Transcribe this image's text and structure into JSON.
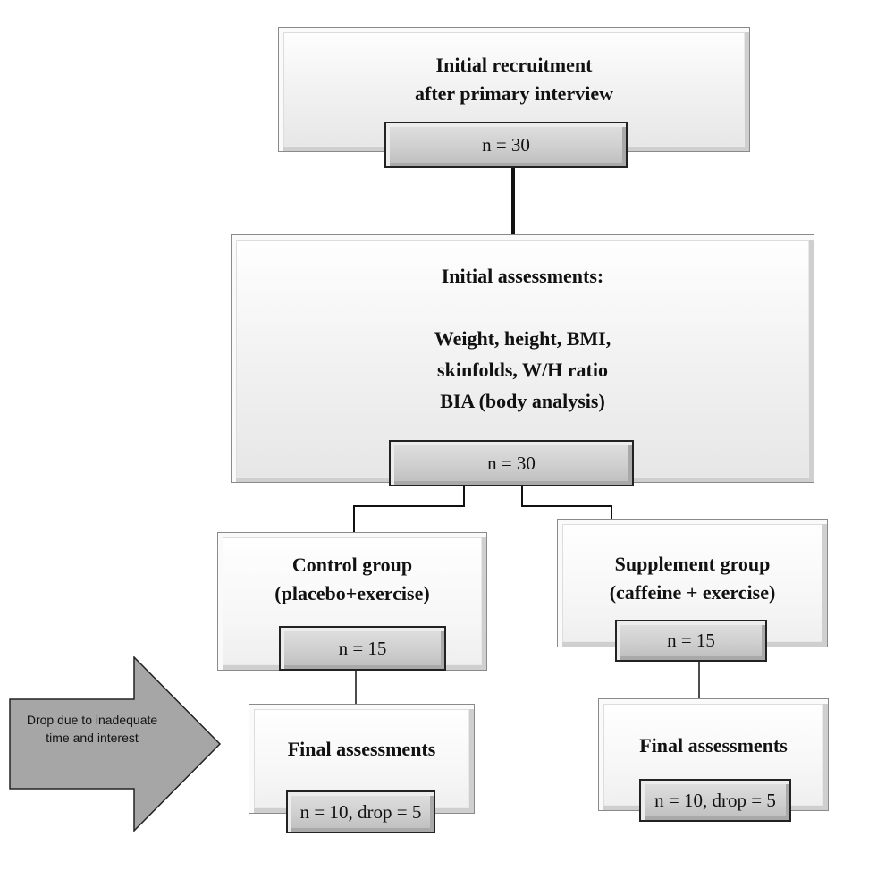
{
  "recruitment": {
    "line1": "Initial recruitment",
    "line2": "after primary interview",
    "count": "n = 30"
  },
  "initial_assessments": {
    "title": "Initial assessments:",
    "line1": "Weight, height, BMI,",
    "line2": "skinfolds, W/H ratio",
    "line3": "BIA (body analysis)",
    "count": "n = 30"
  },
  "control_group": {
    "line1": "Control group",
    "line2": "(placebo+exercise)",
    "count": "n = 15"
  },
  "supplement_group": {
    "line1": "Supplement group",
    "line2": "(caffeine + exercise)",
    "count": "n = 15"
  },
  "control_final": {
    "title": "Final assessments",
    "count": "n = 10, drop = 5"
  },
  "supplement_final": {
    "title": "Final assessments",
    "count": "n = 10, drop = 5"
  },
  "drop_note": {
    "text": "Drop due to inadequate time and interest"
  },
  "colors": {
    "box_border": "#8a8a8a",
    "count_box_fill": "#c8c8c8",
    "arrow_fill": "#a6a6a6"
  }
}
